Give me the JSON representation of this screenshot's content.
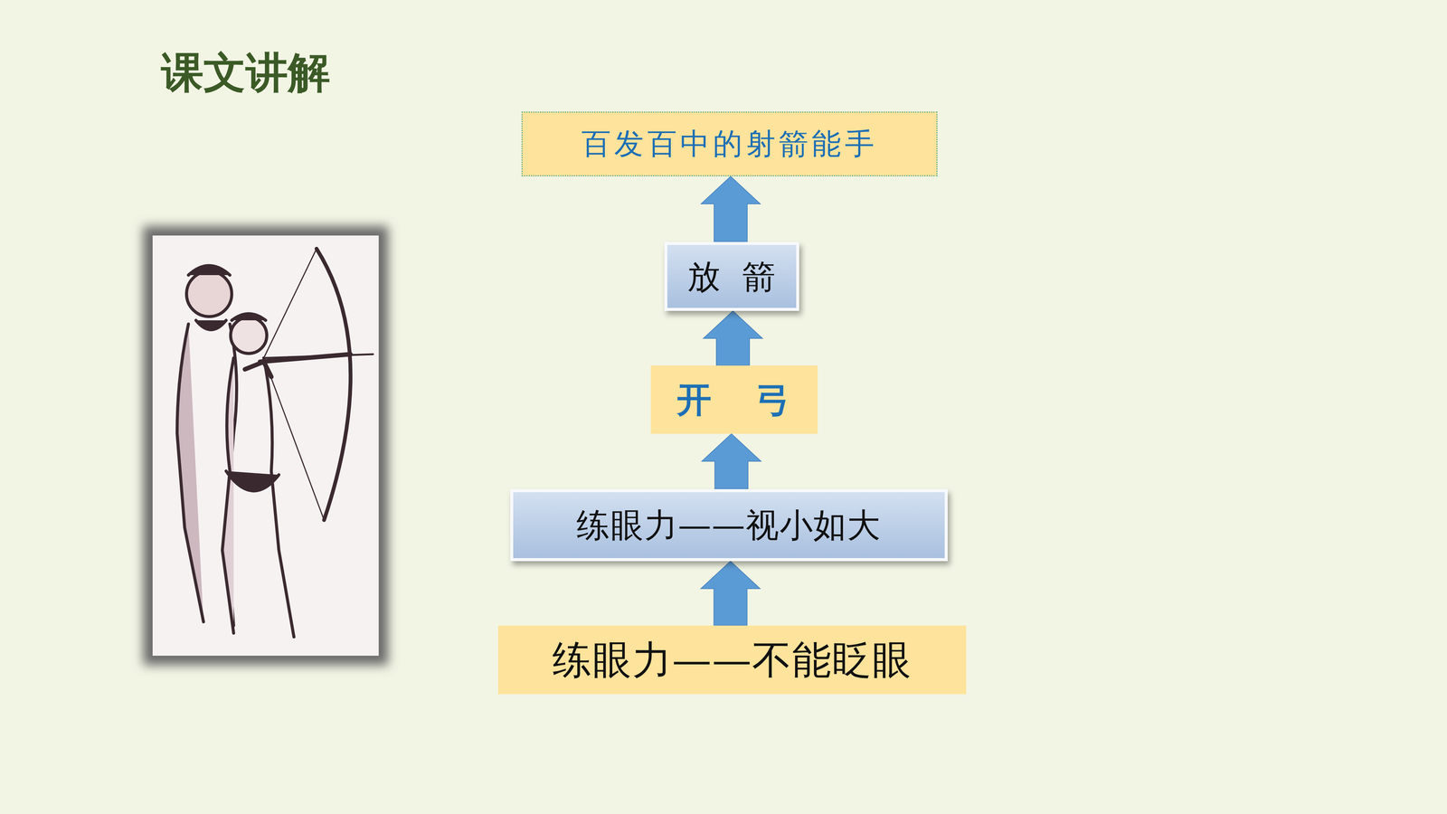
{
  "diagram": {
    "title": "课文讲解",
    "nodes": [
      {
        "text": [
          "百发百中的射箭能手"
        ]
      },
      {
        "text": [
          "放 箭"
        ]
      },
      {
        "text": [
          "开 弓"
        ]
      },
      {
        "text": [
          "练眼力——视小如大"
        ]
      },
      {
        "text": [
          "练眼力——不能眨眼"
        ]
      }
    ],
    "edges": [
      {
        "from": 4,
        "to": 3,
        "arrow": "to"
      },
      {
        "from": 3,
        "to": 2,
        "arrow": "to"
      },
      {
        "from": 2,
        "to": 1,
        "arrow": "to"
      },
      {
        "from": 1,
        "to": 0,
        "arrow": "to"
      }
    ]
  }
}
